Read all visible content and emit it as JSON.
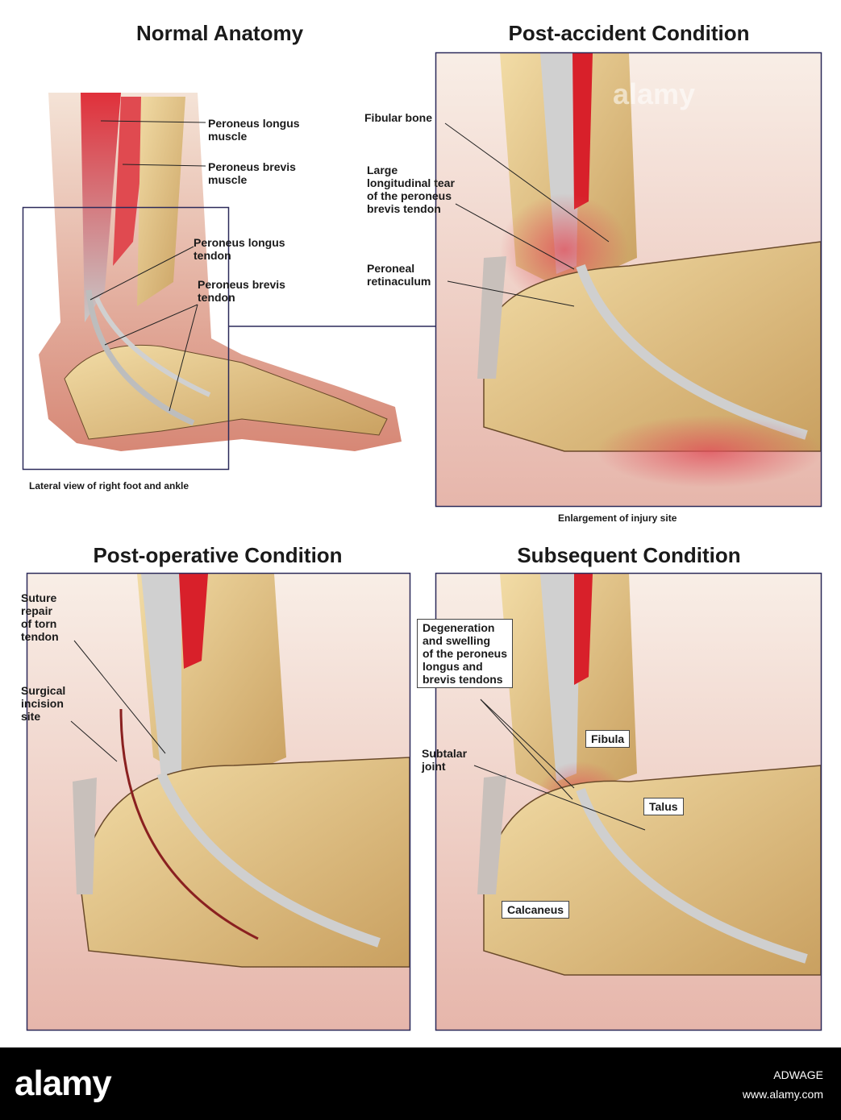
{
  "panels": {
    "normal": {
      "title": "Normal Anatomy",
      "caption": "Lateral view of right foot and ankle",
      "labels": {
        "pl_muscle": "Peroneus longus\nmuscle",
        "pb_muscle": "Peroneus brevis\nmuscle",
        "pl_tendon": "Peroneus longus\ntendon",
        "pb_tendon": "Peroneus brevis\ntendon"
      }
    },
    "post_accident": {
      "title": "Post-accident Condition",
      "caption": "Enlargement of injury site",
      "labels": {
        "fibular_bone": "Fibular bone",
        "tear": "Large\nlongitudinal tear\nof the peroneus\nbrevis tendon",
        "retinaculum": "Peroneal\nretinaculum"
      }
    },
    "post_operative": {
      "title": "Post-operative Condition",
      "labels": {
        "suture": "Suture\nrepair\nof torn\ntendon",
        "incision": "Surgical\nincision\nsite"
      }
    },
    "subsequent": {
      "title": "Subsequent Condition",
      "labels": {
        "degeneration": "Degeneration\nand swelling\nof the peroneus\nlongus and\nbrevis tendons",
        "subtalar": "Subtalar\njoint",
        "fibula": "Fibula",
        "talus": "Talus",
        "calcaneus": "Calcaneus"
      }
    }
  },
  "footer": {
    "logo": "alamy",
    "image_id": "ADWAGE",
    "site": "www.alamy.com"
  },
  "watermark": "alamy",
  "colors": {
    "skin": "#d9826e",
    "muscle": "#d8202a",
    "bone": "#e8c98a",
    "tendon": "#c8c8c8",
    "frame": "#2c2a5a"
  }
}
